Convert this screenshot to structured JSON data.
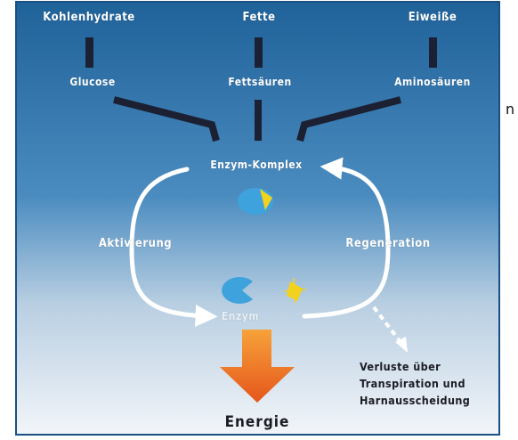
{
  "nutrients": {
    "carbs": "Kohlenhydrate",
    "fats": "Fette",
    "proteins": "Eiweiße"
  },
  "building_blocks": {
    "glucose": "Glucose",
    "fatty_acids": "Fettsäuren",
    "amino_acids": "Aminosäuren"
  },
  "cycle": {
    "enzyme_complex": "Enzym-Komplex",
    "activation": "Aktivierung",
    "regeneration": "Regeneration",
    "enzyme": "Enzym"
  },
  "losses": {
    "line1": "Verluste über",
    "line2": "Transpiration und",
    "line3": "Harnausscheidung"
  },
  "output": "Energie",
  "edge_glyph": "n",
  "colors": {
    "panel_top": "#1f6299",
    "panel_mid": "#4b8cc0",
    "panel_bottom": "#f2f5f9",
    "connector": "#1b2033",
    "enzyme_blue": "#3ea3dc",
    "substrate_yellow": "#f2d21f",
    "arrow_orange_top": "#f7a23a",
    "arrow_orange_bottom": "#e5561c"
  }
}
